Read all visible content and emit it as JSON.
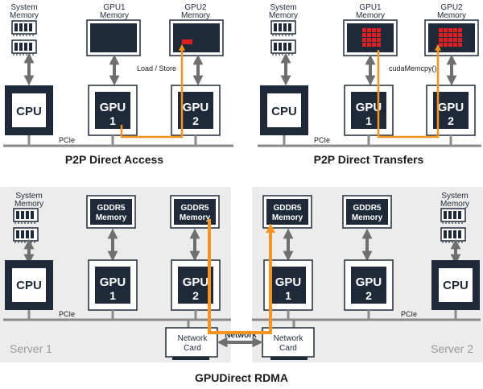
{
  "colors": {
    "navy": "#1e2a3a",
    "orange": "#f7941d",
    "red": "#e02020",
    "server_bg": "#ececec",
    "gray_arrow": "#6f6f6f"
  },
  "top_left": {
    "system_memory": [
      "System",
      "Memory"
    ],
    "gpu1_memory": [
      "GPU1",
      "Memory"
    ],
    "gpu2_memory": [
      "GPU2",
      "Memory"
    ],
    "cpu": "CPU",
    "gpu1": [
      "GPU",
      "1"
    ],
    "gpu2": [
      "GPU",
      "2"
    ],
    "bus": "PCIe",
    "annotation": "Load / Store",
    "caption": "P2P Direct Access"
  },
  "top_right": {
    "system_memory": [
      "System",
      "Memory"
    ],
    "gpu1_memory": [
      "GPU1",
      "Memory"
    ],
    "gpu2_memory": [
      "GPU2",
      "Memory"
    ],
    "cpu": "CPU",
    "gpu1": [
      "GPU",
      "1"
    ],
    "gpu2": [
      "GPU",
      "2"
    ],
    "bus": "PCIe",
    "annotation": "cudaMemcpy()",
    "caption": "P2P Direct Transfers"
  },
  "bottom": {
    "server1": {
      "name": "Server 1",
      "system_memory": [
        "System",
        "Memory"
      ],
      "gddr5_a": [
        "GDDR5",
        "Memory"
      ],
      "gddr5_b": [
        "GDDR5",
        "Memory"
      ],
      "cpu": "CPU",
      "gpu1": [
        "GPU",
        "1"
      ],
      "gpu2": [
        "GPU",
        "2"
      ],
      "bus": "PCIe",
      "nic": [
        "Network",
        "Card"
      ]
    },
    "server2": {
      "name": "Server 2",
      "system_memory": [
        "System",
        "Memory"
      ],
      "gddr5_a": [
        "GDDR5",
        "Memory"
      ],
      "gddr5_b": [
        "GDDR5",
        "Memory"
      ],
      "cpu": "CPU",
      "gpu1": [
        "GPU",
        "1"
      ],
      "gpu2": [
        "GPU",
        "2"
      ],
      "bus": "PCIe",
      "nic": [
        "Network",
        "Card"
      ]
    },
    "network": "Network",
    "caption": "GPUDirect RDMA"
  }
}
